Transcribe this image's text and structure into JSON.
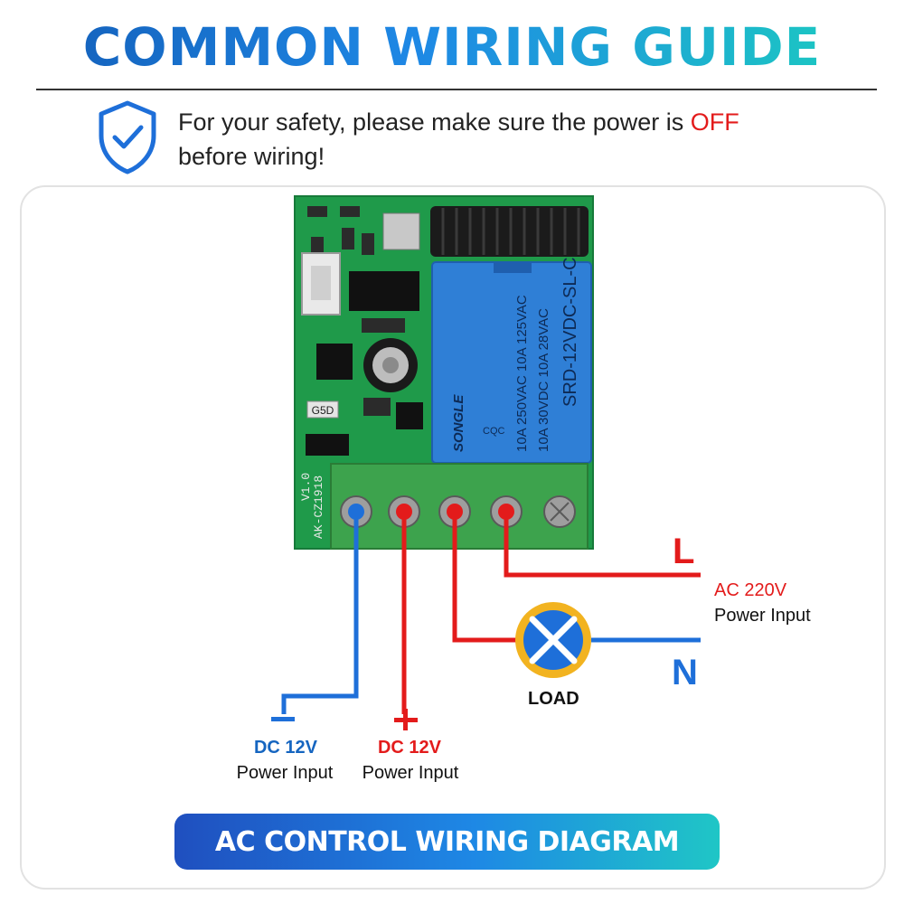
{
  "header": {
    "title": "COMMON WIRING GUIDE",
    "notice_line1_prefix": "For your safety, please make sure the power is ",
    "notice_off": "OFF",
    "notice_line2": "before wiring!"
  },
  "board": {
    "relay_brand": "SONGLE",
    "relay_model": "SRD-12VDC-SL-C",
    "relay_ratings": [
      "10A 250VAC 10A 125VAC",
      "10A 30VDC 10A 28VAC"
    ],
    "relay_cert": "CQC",
    "pcb_label": "AK-CZ1918",
    "pcb_version": "V1.0",
    "chip_label": "G5D"
  },
  "labels": {
    "line": "L",
    "neutral": "N",
    "ac_voltage": "AC 220V",
    "ac_input": "Power Input",
    "load": "LOAD",
    "dc_minus_symbol": "−",
    "dc_plus_symbol": "+",
    "dc_minus_voltage": "DC 12V",
    "dc_minus_input": "Power Input",
    "dc_plus_voltage": "DC 12V",
    "dc_plus_input": "Power Input"
  },
  "footer": {
    "banner": "AC CONTROL WIRING DIAGRAM"
  },
  "colors": {
    "brand_blue": "#1565c0",
    "brand_cyan": "#1fc6c6",
    "wire_red": "#e31b1b",
    "wire_blue": "#1e6fd9",
    "pcb_green": "#1f9a4a",
    "terminal_green": "#3da34d",
    "relay_blue": "#2f7fd6",
    "load_yellow": "#f2b320"
  }
}
